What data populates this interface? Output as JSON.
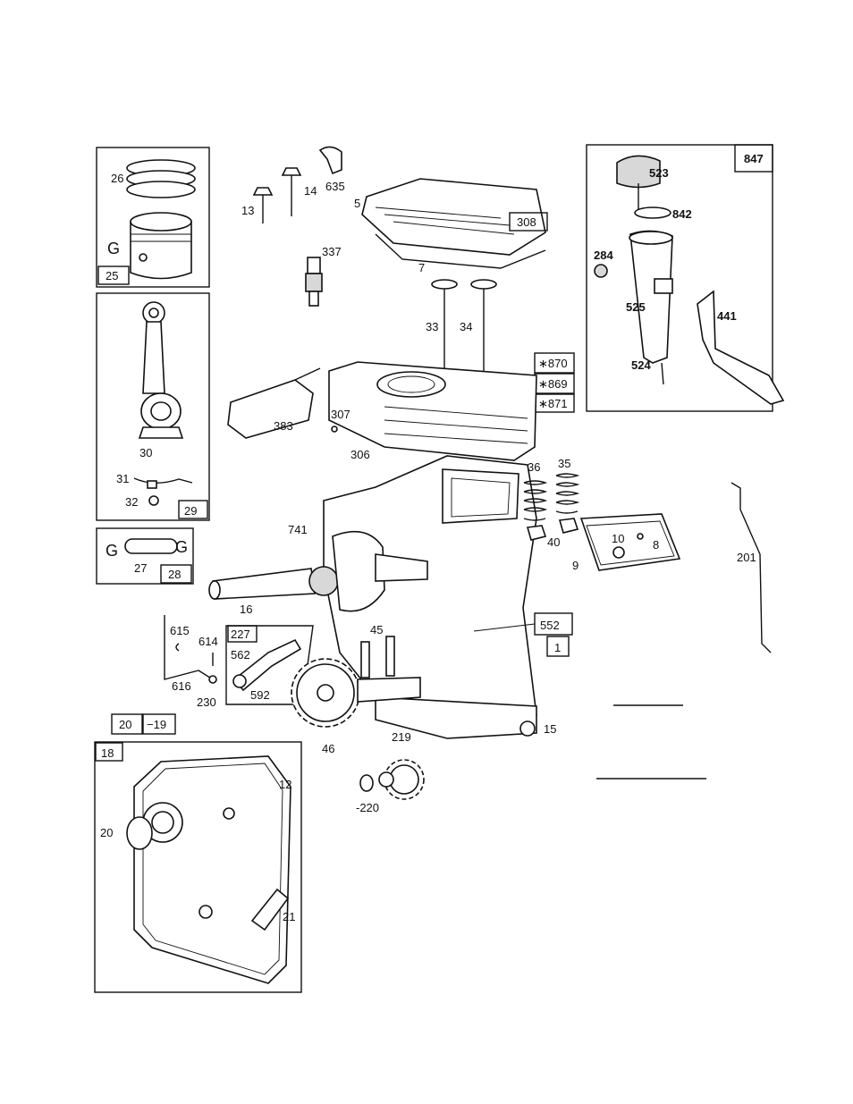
{
  "labels": {
    "l26": "26",
    "l25": "25",
    "lG1": "G",
    "l30": "30",
    "l31": "31",
    "l32": "32",
    "l29": "29",
    "l27": "27",
    "l28": "28",
    "lG2": "G",
    "lG3": "G",
    "l13": "13",
    "l14": "14",
    "l635": "635",
    "l5": "5",
    "l308": "308",
    "l7": "7",
    "l337": "337",
    "l33": "33",
    "l34": "34",
    "l870": "∗870",
    "l869": "∗869",
    "l871": "∗871",
    "l383": "383",
    "l307": "307",
    "l306": "306",
    "l36": "36",
    "l35": "35",
    "l40": "40",
    "l9": "9",
    "l10": "10",
    "l8": "8",
    "l741": "741",
    "l16": "16",
    "l552": "552",
    "l1": "1",
    "l45": "45",
    "l615": "615",
    "l614": "614",
    "l227": "227",
    "l562": "562",
    "l592": "592",
    "l616": "616",
    "l230": "230",
    "l46": "46",
    "l15": "15",
    "l219": "219",
    "l220": "-220",
    "l20a": "20",
    "l19": "−19",
    "l18": "18",
    "l12": "12",
    "l20b": "20",
    "l21": "21",
    "l201": "201",
    "l847": "847",
    "l523": "523",
    "l842": "842",
    "l284": "284",
    "l525": "525",
    "l441": "441",
    "l524": "524"
  }
}
